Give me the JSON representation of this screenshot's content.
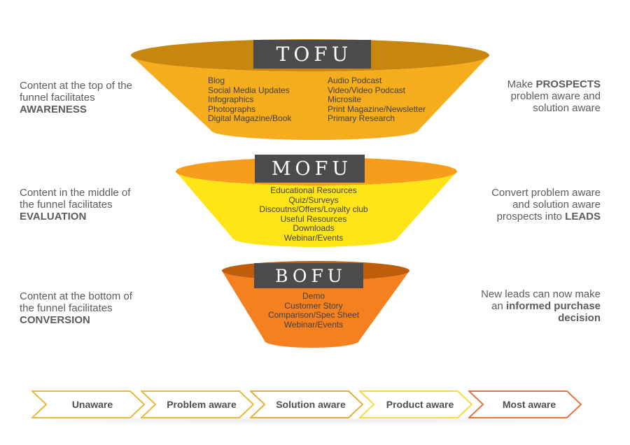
{
  "colors": {
    "label_bg": "#4B4B4D",
    "label_text": "#FFFFFF",
    "item_text": "#3F4042",
    "note_text": "#5B5C5E",
    "journey_text": "#4E4F51"
  },
  "funnels": [
    {
      "label": "TOFU",
      "colors": {
        "rim": "#C8860E",
        "body": "#F5AC1D"
      },
      "items_columns": [
        [
          "Blog",
          "Social Media Updates",
          "Infographics",
          "Photographs",
          "Digital Magazine/Book"
        ],
        [
          "Audio Podcast",
          "Video/Video Podcast",
          "Microsite",
          "Print Magazine/Newsletter",
          "Primary Research"
        ]
      ],
      "left_note_lines": [
        [
          {
            "t": "Content at the top of the"
          }
        ],
        [
          {
            "t": "funnel facilitates"
          }
        ],
        [
          {
            "t": "AWARENESS",
            "b": true
          }
        ]
      ],
      "right_note_lines": [
        [
          {
            "t": "Make "
          },
          {
            "t": "PROSPECTS",
            "b": true
          }
        ],
        [
          {
            "t": "problem aware and"
          }
        ],
        [
          {
            "t": "solution aware"
          }
        ]
      ]
    },
    {
      "label": "MOFU",
      "colors": {
        "rim": "#F79D1C",
        "body": "#FFE417"
      },
      "items_columns": [
        [
          "Educational Resources",
          "Quiz/Surveys",
          "Discoutns/Offers/Loyalty club",
          "Useful Resources",
          "Downloads",
          "Webinar/Events"
        ]
      ],
      "left_note_lines": [
        [
          {
            "t": "Content in the middle of"
          }
        ],
        [
          {
            "t": "the funnel facilitates"
          }
        ],
        [
          {
            "t": "EVALUATION",
            "b": true
          }
        ]
      ],
      "right_note_lines": [
        [
          {
            "t": "Convert problem aware"
          }
        ],
        [
          {
            "t": "and solution aware"
          }
        ],
        [
          {
            "t": "prospects into "
          },
          {
            "t": "LEADS",
            "b": true
          }
        ]
      ]
    },
    {
      "label": "BOFU",
      "colors": {
        "rim": "#BF5D0D",
        "body": "#F5801F"
      },
      "items_columns": [
        [
          "Demo",
          "Customer Story",
          "Comparison/Spec Sheet",
          "Webinar/Events"
        ]
      ],
      "left_note_lines": [
        [
          {
            "t": "Content at the bottom of"
          }
        ],
        [
          {
            "t": "the funnel facilitates"
          }
        ],
        [
          {
            "t": "CONVERSION",
            "b": true
          }
        ]
      ],
      "right_note_lines": [
        [
          {
            "t": "New leads can now make"
          }
        ],
        [
          {
            "t": "an "
          },
          {
            "t": "informed purchase",
            "b": true
          }
        ],
        [
          {
            "t": "decision",
            "b": true
          }
        ]
      ]
    }
  ],
  "journey": [
    {
      "label": "Unaware",
      "color": "#E8B93E"
    },
    {
      "label": "Problem aware",
      "color": "#E8B93E"
    },
    {
      "label": "Solution aware",
      "color": "#E6AE3A"
    },
    {
      "label": "Product aware",
      "color": "#F2DC41"
    },
    {
      "label": "Most aware",
      "color": "#E4743B"
    }
  ]
}
